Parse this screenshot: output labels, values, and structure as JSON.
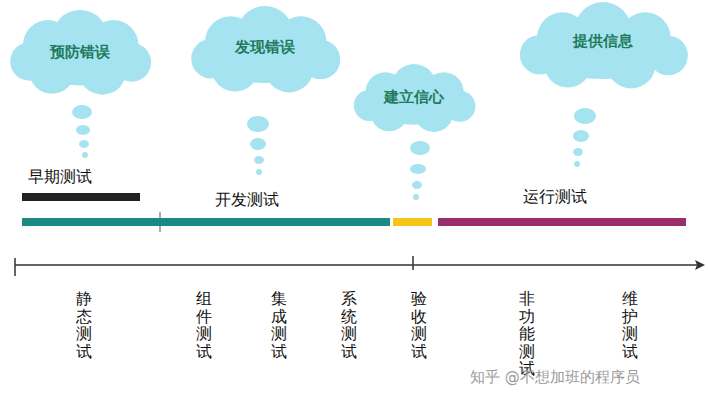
{
  "diagram": {
    "nodes": [
      {
        "text": [
          "预防错误"
        ]
      },
      {
        "text": [
          "发现错误"
        ]
      },
      {
        "text": [
          "建立信心"
        ]
      },
      {
        "text": [
          "提供信息"
        ]
      },
      {
        "text": [
          "早期测试"
        ]
      },
      {
        "text": [
          "开发测试"
        ]
      },
      {
        "text": [
          "运行测试"
        ]
      }
    ],
    "labels": [
      "静态测试",
      "组件测试",
      "集成测试",
      "系统测试",
      "验收测试",
      "非功能测试",
      "维护测试",
      "知乎 @不想加班的程序员"
    ]
  }
}
